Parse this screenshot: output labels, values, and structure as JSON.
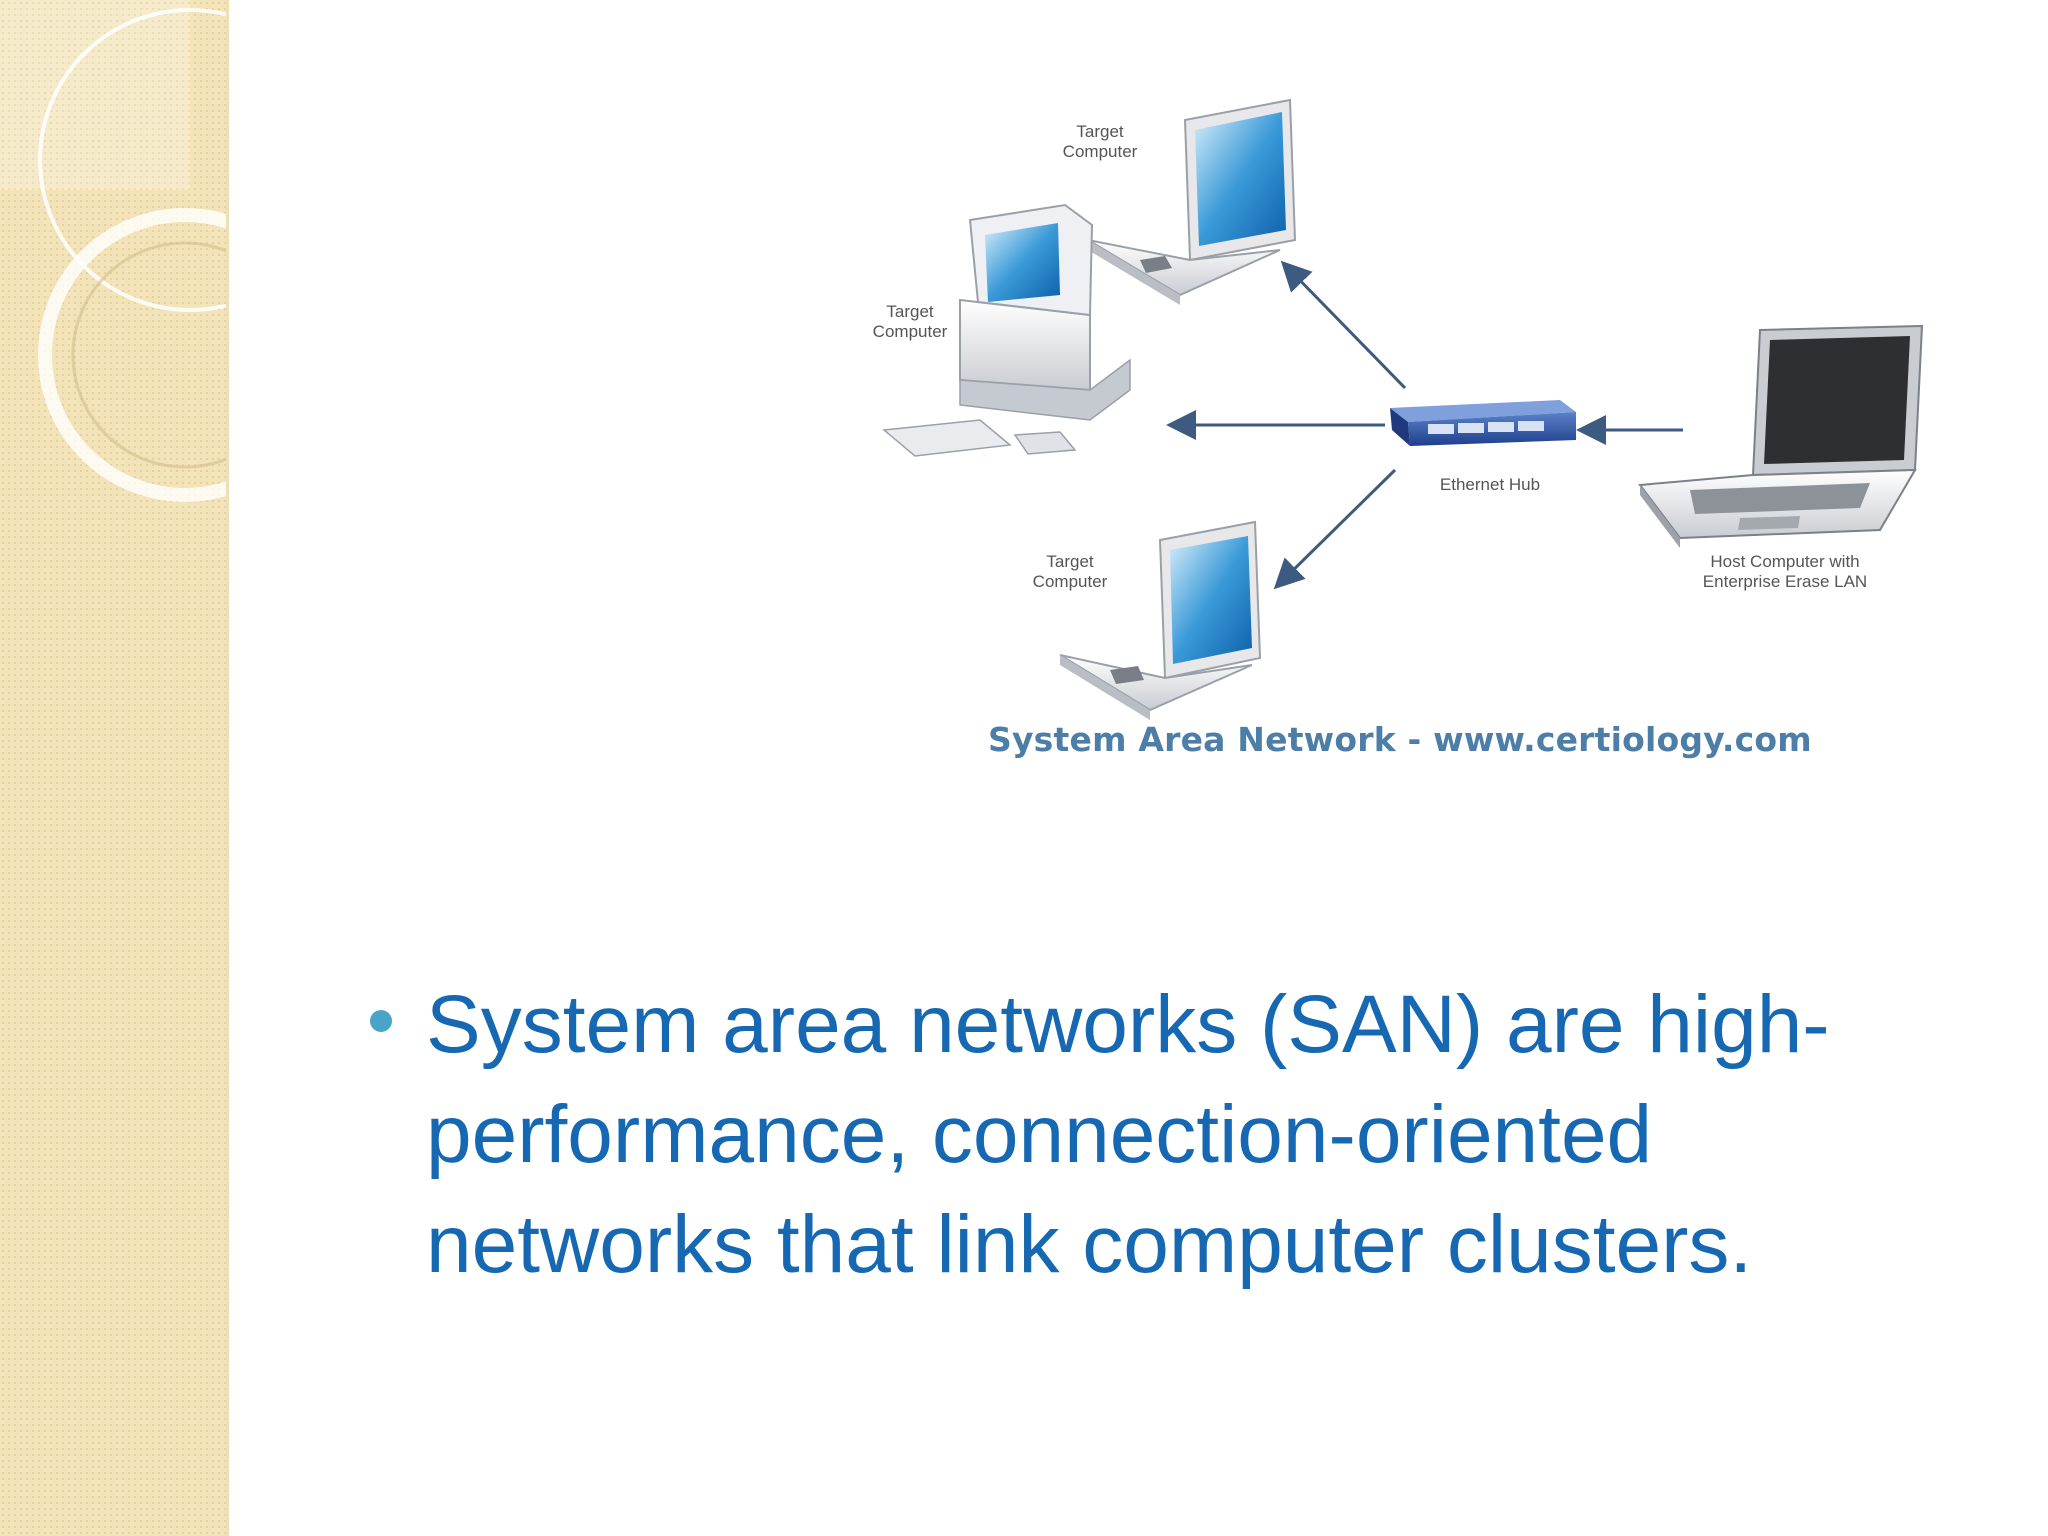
{
  "diagram": {
    "nodes": [
      {
        "id": "target-top",
        "label": "Target\nComputer"
      },
      {
        "id": "target-middle",
        "label": "Target\nComputer"
      },
      {
        "id": "target-bottom",
        "label": "Target\nComputer"
      },
      {
        "id": "hub",
        "label": "Ethernet Hub"
      },
      {
        "id": "host",
        "label": "Host Computer with\nEnterprise Erase LAN"
      }
    ],
    "caption": "System Area Network  - www.certiology.com"
  },
  "bullet": {
    "text": "System area networks (SAN) are high-performance, connection-oriented networks that link computer clusters."
  },
  "colors": {
    "bullet_text": "#1668b3",
    "bullet_dot": "#4aa3c8",
    "caption": "#4c7ea8",
    "side_strip": "#f2e3b8"
  }
}
